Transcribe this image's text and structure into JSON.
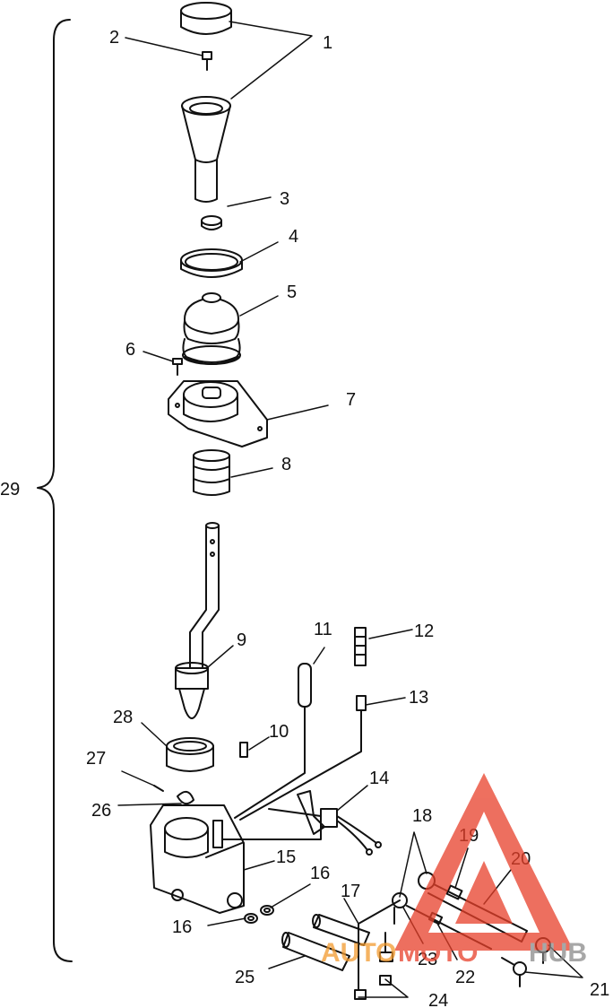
{
  "callouts": [
    {
      "id": "1",
      "label": "1"
    },
    {
      "id": "2",
      "label": "2"
    },
    {
      "id": "3",
      "label": "3"
    },
    {
      "id": "4",
      "label": "4"
    },
    {
      "id": "5",
      "label": "5"
    },
    {
      "id": "6",
      "label": "6"
    },
    {
      "id": "7",
      "label": "7"
    },
    {
      "id": "8",
      "label": "8"
    },
    {
      "id": "9",
      "label": "9"
    },
    {
      "id": "10",
      "label": "10"
    },
    {
      "id": "11",
      "label": "11"
    },
    {
      "id": "12",
      "label": "12"
    },
    {
      "id": "13",
      "label": "13"
    },
    {
      "id": "14",
      "label": "14"
    },
    {
      "id": "15",
      "label": "15"
    },
    {
      "id": "16a",
      "label": "16"
    },
    {
      "id": "16b",
      "label": "16"
    },
    {
      "id": "17",
      "label": "17"
    },
    {
      "id": "18",
      "label": "18"
    },
    {
      "id": "19",
      "label": "19"
    },
    {
      "id": "20",
      "label": "20"
    },
    {
      "id": "21",
      "label": "21"
    },
    {
      "id": "22",
      "label": "22"
    },
    {
      "id": "23",
      "label": "23"
    },
    {
      "id": "24",
      "label": "24"
    },
    {
      "id": "25",
      "label": "25"
    },
    {
      "id": "26",
      "label": "26"
    },
    {
      "id": "27",
      "label": "27"
    },
    {
      "id": "28",
      "label": "28"
    },
    {
      "id": "29",
      "label": "29"
    }
  ],
  "watermark": {
    "part1": "AUTO",
    "part2": "MOTO",
    "part3": "HUB",
    "color_red": "#e8402a",
    "color_orange": "#f29a2e",
    "color_gray": "#8a8a8a"
  }
}
